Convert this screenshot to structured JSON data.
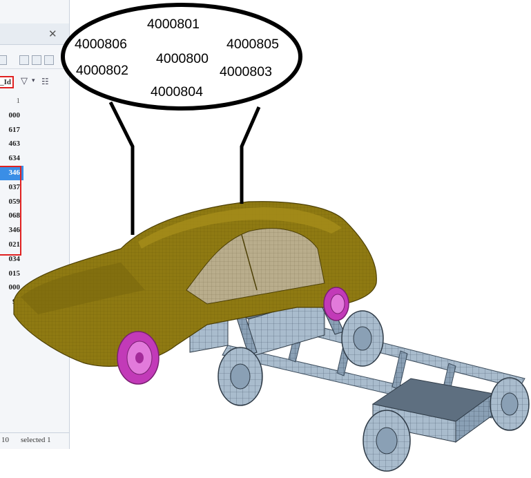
{
  "panel": {
    "close_icon": "close-icon",
    "column_header": "_Id",
    "rows": [
      {
        "text": "1",
        "selected": false
      },
      {
        "text": "000",
        "selected": false
      },
      {
        "text": "617",
        "selected": false
      },
      {
        "text": "463",
        "selected": false
      },
      {
        "text": "634",
        "selected": false
      },
      {
        "text": "346",
        "selected": true
      },
      {
        "text": "037",
        "selected": false
      },
      {
        "text": "059",
        "selected": false
      },
      {
        "text": "068",
        "selected": false
      },
      {
        "text": "346",
        "selected": false
      },
      {
        "text": "021",
        "selected": false
      },
      {
        "text": "034",
        "selected": false
      },
      {
        "text": "015",
        "selected": false
      },
      {
        "text": "000",
        "selected": false
      },
      {
        "text": "99",
        "selected": false
      }
    ],
    "status_left": "10",
    "status_right": "selected 1"
  },
  "callout": {
    "ids": {
      "top": "4000801",
      "upper_left": "4000806",
      "upper_right": "4000805",
      "center": "4000800",
      "lower_left": "4000802",
      "lower_right": "4000803",
      "bottom": "4000804"
    }
  },
  "colors": {
    "body_paint": "#8f7a12",
    "tire_rim": "#d455c9",
    "mesh_blue": "#9fb4c8",
    "selection_highlight": "#3a8ee6",
    "annotation_red": "#e02020"
  }
}
